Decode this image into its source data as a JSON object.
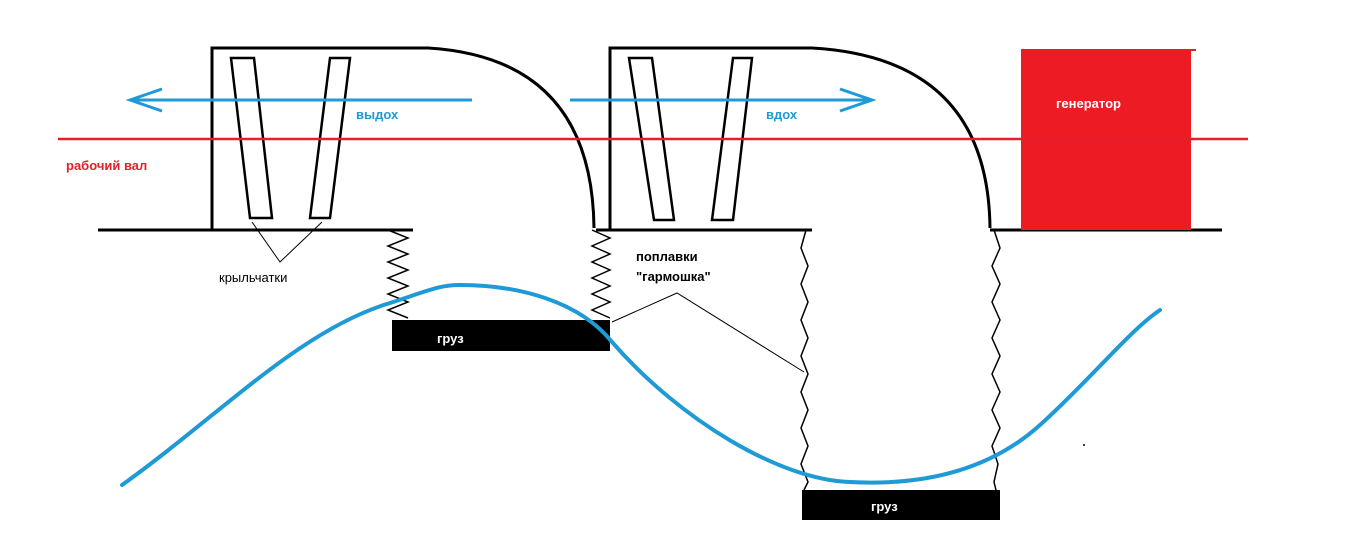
{
  "labels": {
    "exhale": "выдох",
    "inhale": "вдох",
    "working_shaft": "рабочий вал",
    "generator": "генератор",
    "impellers": "крыльчатки",
    "floats_line1": "поплавки",
    "floats_line2": "\"гармошка\"",
    "weight_left": "груз",
    "weight_right": "груз"
  },
  "colors": {
    "shaft": "#e0202a",
    "generator": "#ed1c24",
    "wave": "#1e9ad6",
    "outline": "#000000",
    "weight": "#000000",
    "weight_text": "#ffffff"
  }
}
